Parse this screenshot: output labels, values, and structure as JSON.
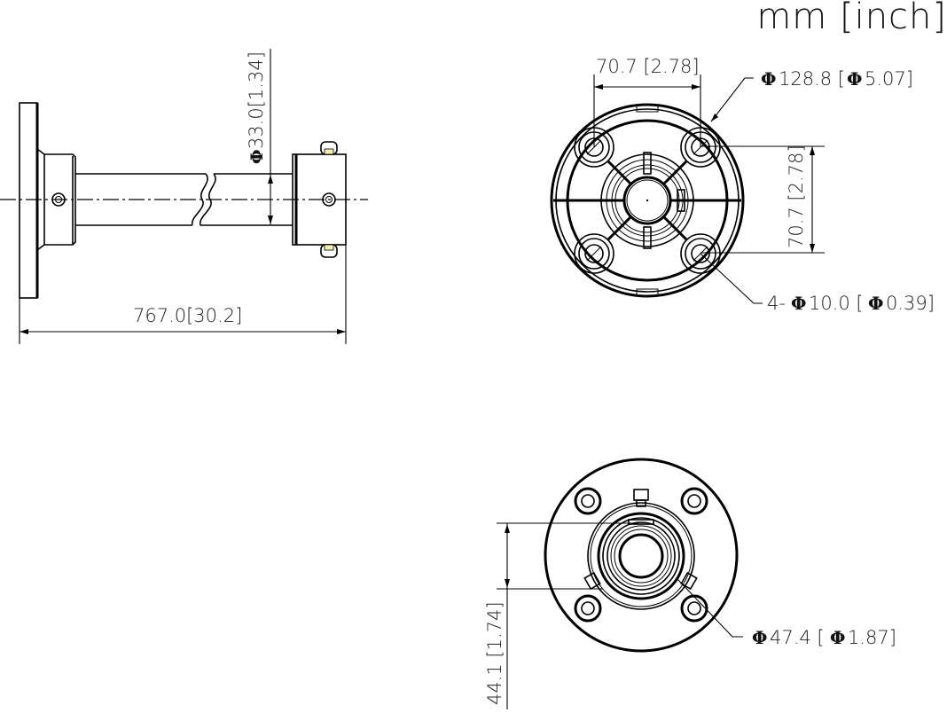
{
  "units": {
    "label": "mm [inch]"
  },
  "side_view": {
    "length": {
      "mm": "767.0",
      "inch": "30.2",
      "label": "767.0[30.2]"
    },
    "pipe_diameter": {
      "phi": "Φ",
      "mm": "33.0",
      "inch": "1.34",
      "label": "33.0[1.34]"
    }
  },
  "top_view": {
    "hole_spacing_horizontal": {
      "mm": "70.7",
      "inch": "2.78",
      "label": "70.7 [2.78]"
    },
    "hole_spacing_vertical": {
      "mm": "70.7",
      "inch": "2.78",
      "label": "70.7 [2.78]"
    },
    "outer_diameter": {
      "phi": "Φ",
      "mm": "128.8",
      "inch": "5.07",
      "label": "128.8 [",
      "label_inch": "5.07]"
    },
    "mounting_holes": {
      "count": "4-",
      "phi": "Φ",
      "mm": "10.0",
      "inch": "0.39",
      "label": "10.0 [",
      "label_inch": "0.39]"
    }
  },
  "bottom_view": {
    "inner_diameter": {
      "phi": "Φ",
      "mm": "47.4",
      "inch": "1.87",
      "label": "47.4 [",
      "label_inch": "1.87]"
    },
    "height": {
      "mm": "44.1",
      "inch": "1.74",
      "label": "44.1 [1.74]"
    }
  },
  "colors": {
    "line": "#000000",
    "background": "#ffffff",
    "screw_highlight": "#f3f0b0"
  }
}
